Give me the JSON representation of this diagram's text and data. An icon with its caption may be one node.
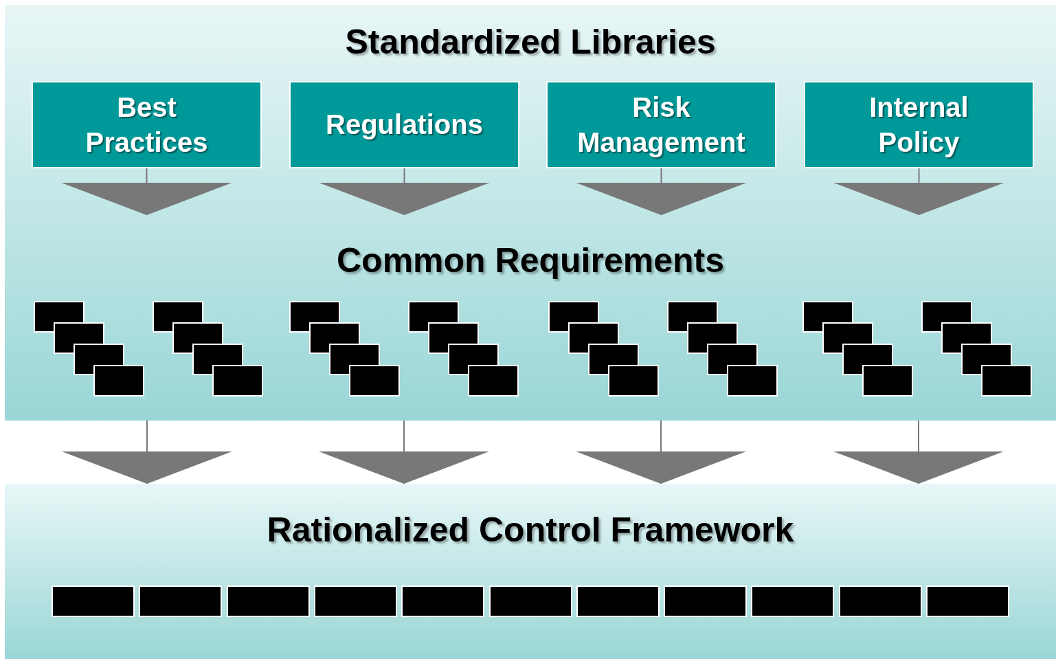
{
  "diagram": {
    "nodes": [
      {
        "text": [
          "Standardized Libraries"
        ]
      },
      {
        "text": [
          "Best Practices"
        ],
        "in": 0
      },
      {
        "text": [
          "Regulations"
        ],
        "in": 0
      },
      {
        "text": [
          "Risk Management"
        ],
        "in": 0
      },
      {
        "text": [
          "Internal Policy"
        ],
        "in": 0
      },
      {
        "text": [
          "Common Requirements"
        ],
        "in": 0
      },
      {
        "text": [],
        "shape": "stack",
        "in": 5
      },
      {
        "text": [],
        "shape": "stack",
        "in": 5
      },
      {
        "text": [],
        "shape": "stack",
        "in": 5
      },
      {
        "text": [],
        "shape": "stack",
        "in": 5
      },
      {
        "text": [],
        "shape": "stack",
        "in": 5
      },
      {
        "text": [],
        "shape": "stack",
        "in": 5
      },
      {
        "text": [],
        "shape": "stack",
        "in": 5
      },
      {
        "text": [],
        "shape": "stack",
        "in": 5
      },
      {
        "text": [
          "Rationalized Control Framework"
        ]
      },
      {
        "text": [],
        "shape": "box",
        "in": 14
      },
      {
        "text": [],
        "shape": "box",
        "in": 14
      },
      {
        "text": [],
        "shape": "box",
        "in": 14
      },
      {
        "text": [],
        "shape": "box",
        "in": 14
      },
      {
        "text": [],
        "shape": "box",
        "in": 14
      },
      {
        "text": [],
        "shape": "box",
        "in": 14
      },
      {
        "text": [],
        "shape": "box",
        "in": 14
      },
      {
        "text": [],
        "shape": "box",
        "in": 14
      },
      {
        "text": [],
        "shape": "box",
        "in": 14
      },
      {
        "text": [],
        "shape": "box",
        "in": 14
      },
      {
        "text": [],
        "shape": "box",
        "in": 14
      }
    ],
    "edges": [
      {
        "from": 1,
        "to": 5,
        "arrow": "to"
      },
      {
        "from": 2,
        "to": 5,
        "arrow": "to"
      },
      {
        "from": 3,
        "to": 5,
        "arrow": "to"
      },
      {
        "from": 4,
        "to": 5,
        "arrow": "to"
      },
      {
        "from": 0,
        "to": 14,
        "arrow": "to"
      },
      {
        "from": 0,
        "to": 14,
        "arrow": "to"
      },
      {
        "from": 0,
        "to": 14,
        "arrow": "to"
      },
      {
        "from": 0,
        "to": 14,
        "arrow": "to"
      }
    ]
  }
}
